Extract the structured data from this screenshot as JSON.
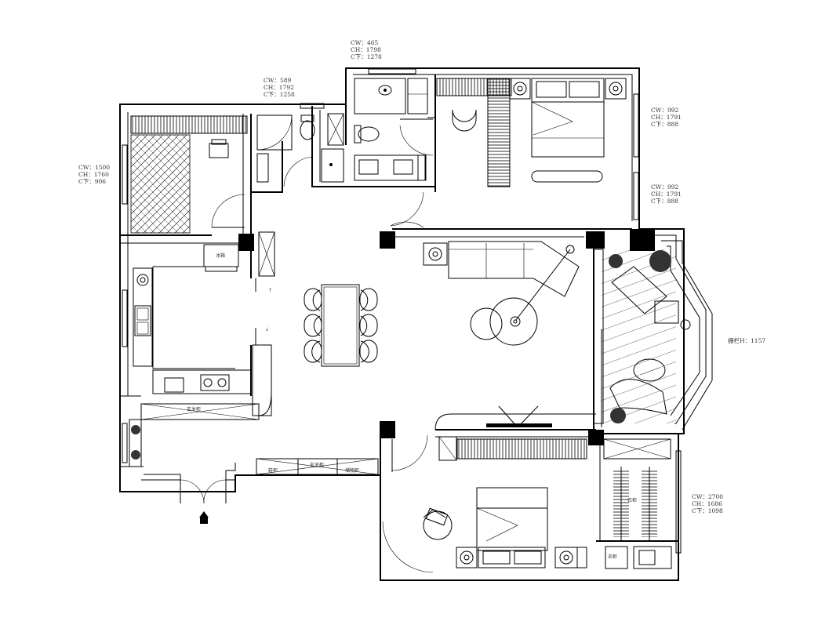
{
  "window_annotations": [
    {
      "cw": "CW：465",
      "ch": "CH：1798",
      "cx": "C下：1278"
    },
    {
      "cw": "CW：589",
      "ch": "CH：1792",
      "cx": "C下：1258"
    },
    {
      "cw": "CW：992",
      "ch": "CH：1791",
      "cx": "C下：888"
    },
    {
      "cw": "CW：992",
      "ch": "CH：1791",
      "cx": "C下：888"
    },
    {
      "cw": "CW：1500",
      "ch": "CH：1760",
      "cx": "C下：906"
    },
    {
      "cw": "CW：2700",
      "ch": "CH：1686",
      "cx": "C下：1098"
    }
  ],
  "railing_label": "栅栏H：1157",
  "furniture_labels": {
    "kitchen_appliance": "冰箱",
    "cabinet_labels": [
      "玄关柜",
      "鞋柜",
      "玄关柜",
      "储物柜",
      "衣柜",
      "衣柜"
    ]
  },
  "icons": [
    "entrance-arrow-icon",
    "door-swing-icon",
    "plant-icon",
    "toilet-icon",
    "sink-icon",
    "bed-icon",
    "sofa-icon",
    "dining-table-icon",
    "stove-icon",
    "wardrobe-hanger-icon"
  ]
}
